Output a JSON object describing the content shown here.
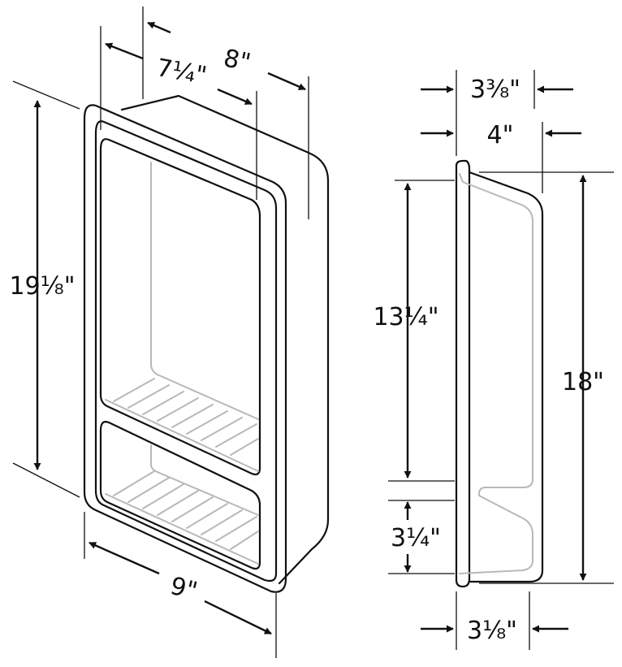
{
  "diagram": {
    "front_view": {
      "depth_outer": "8\"",
      "depth_inner": "7¼\"",
      "height": "19⅛\"",
      "width": "9\""
    },
    "side_view": {
      "depth_inner": "3⅜\"",
      "depth_outer": "4\"",
      "upper_opening": "13¼\"",
      "overall_height": "18\"",
      "lower_opening": "3¼\"",
      "lower_depth": "3⅛\""
    }
  }
}
